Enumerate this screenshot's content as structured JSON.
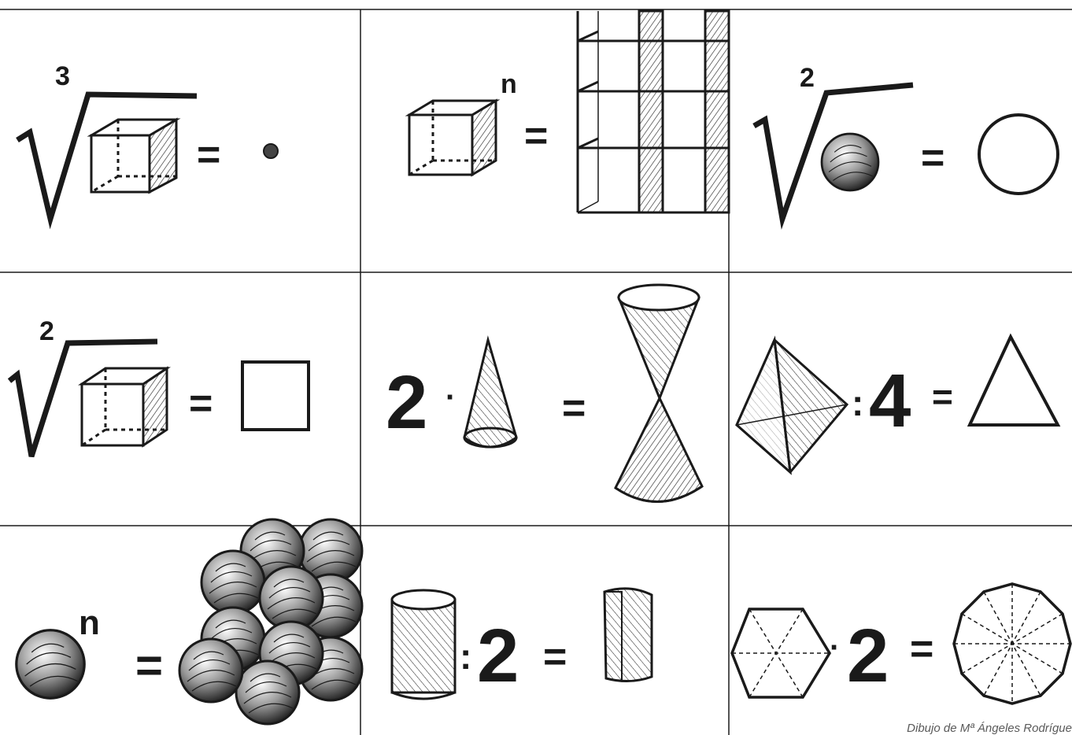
{
  "colors": {
    "ink": "#1a1a1a",
    "paper": "#ffffff",
    "credit": "#5a5a5a"
  },
  "cells": [
    {
      "id": "cube-root-of-cube",
      "row": 1,
      "col": 1,
      "index": "3",
      "operator": "=",
      "result": "point"
    },
    {
      "id": "cube-power-n",
      "row": 1,
      "col": 2,
      "exponent": "n",
      "operator": "=",
      "result": "grid-of-cubes"
    },
    {
      "id": "square-root-of-sphere",
      "row": 1,
      "col": 3,
      "index": "2",
      "operator": "=",
      "result": "circle"
    },
    {
      "id": "square-root-of-cube",
      "row": 2,
      "col": 1,
      "index": "2",
      "operator": "=",
      "result": "square"
    },
    {
      "id": "double-cone",
      "row": 2,
      "col": 2,
      "factor": "2",
      "times": "·",
      "operator": "=",
      "result": "hourglass-double-cone"
    },
    {
      "id": "tetrahedron-divided",
      "row": 2,
      "col": 3,
      "divide": ":",
      "divisor": "4",
      "operator": "=",
      "result": "triangle"
    },
    {
      "id": "sphere-power-n",
      "row": 3,
      "col": 1,
      "exponent": "n",
      "operator": "=",
      "result": "pile-of-spheres"
    },
    {
      "id": "cylinder-divided",
      "row": 3,
      "col": 2,
      "divide": ":",
      "divisor": "2",
      "operator": "=",
      "result": "half-cylinder"
    },
    {
      "id": "hexagon-times",
      "row": 3,
      "col": 3,
      "factor": "2",
      "times": "·",
      "operator": "=",
      "result": "dodecagon"
    }
  ],
  "credit": "Dibujo de Mª Ángeles Rodrígue"
}
